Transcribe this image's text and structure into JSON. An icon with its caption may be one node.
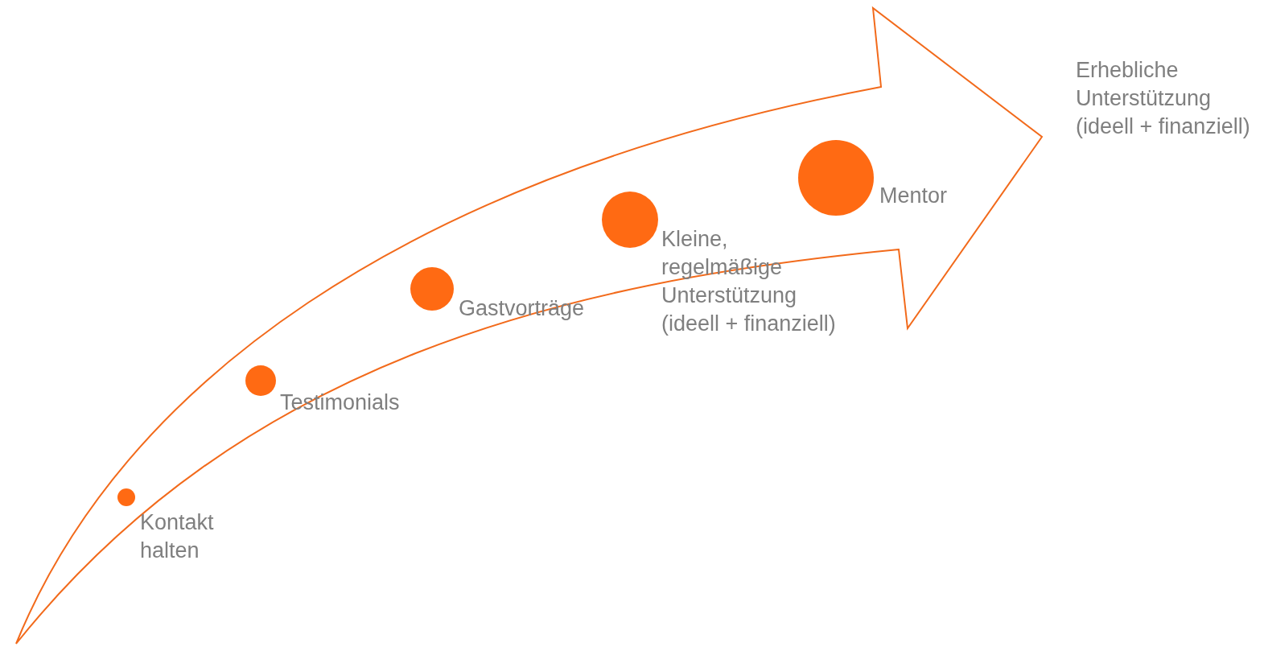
{
  "diagram": {
    "nodes": [
      {
        "text": [],
        "shape": "circle",
        "beside": [
          "Kontakt halten"
        ]
      },
      {
        "text": [],
        "shape": "circle",
        "beside": [
          "Testimonials"
        ]
      },
      {
        "text": [],
        "shape": "circle",
        "beside": [
          "Gastvorträge"
        ]
      },
      {
        "text": [],
        "shape": "circle",
        "beside": [
          "Kleine, regelmäßige Unterstützung (ideell + finanziell)"
        ]
      },
      {
        "text": [],
        "shape": "circle",
        "beside": [
          "Mentor"
        ]
      }
    ],
    "labels": [
      "Erhebliche Unterstützung (ideell + finanziell)"
    ]
  }
}
